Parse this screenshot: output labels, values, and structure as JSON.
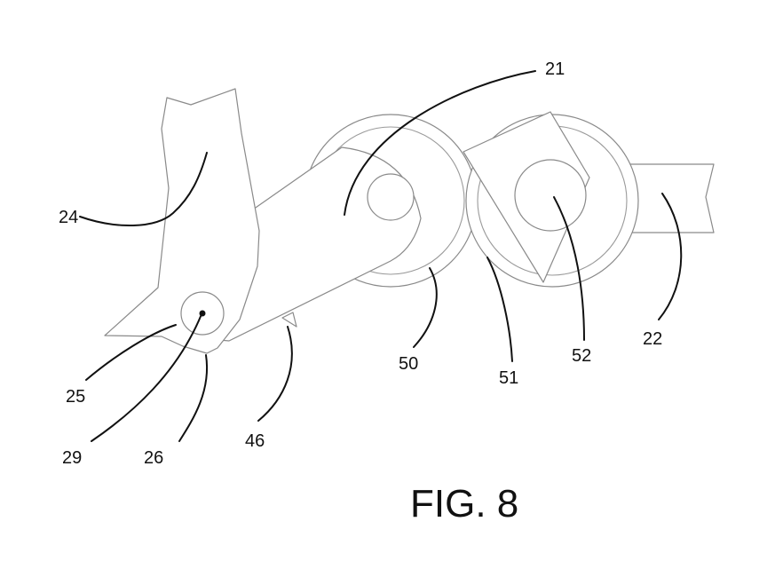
{
  "figure": {
    "caption": "FIG. 8",
    "colors": {
      "part_outline": "#8a8a8a",
      "leader_line": "#111111",
      "background": "#ffffff"
    },
    "reference_numerals": {
      "r21": "21",
      "r22": "22",
      "r24": "24",
      "r25": "25",
      "r26": "26",
      "r29": "29",
      "r46": "46",
      "r50": "50",
      "r51": "51",
      "r52": "52"
    }
  }
}
